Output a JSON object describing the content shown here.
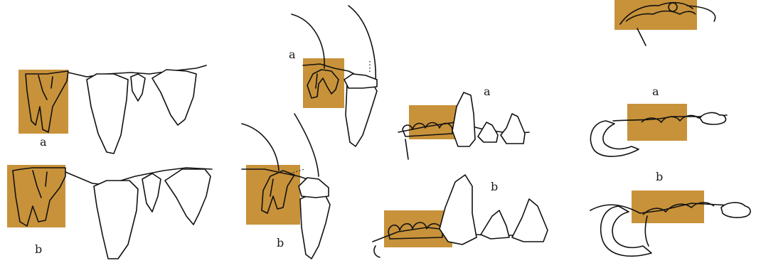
{
  "figure": {
    "highlight_color": "#c8923a",
    "ink_color": "#111111",
    "background": "#ffffff",
    "labels": {
      "g1_a": "a",
      "g1_b": "b",
      "g2_a": "a",
      "g2_b": "b",
      "g3_a": "a",
      "g3_b": "b",
      "g4_a": "a",
      "g4_b": "b"
    }
  }
}
